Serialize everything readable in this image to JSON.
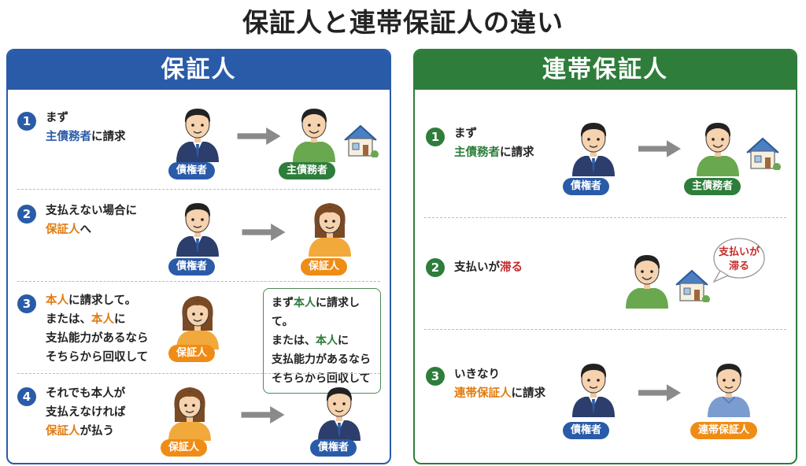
{
  "title": "保証人と連帯保証人の違い",
  "left": {
    "header": "保証人",
    "steps": [
      {
        "num": "1",
        "line1": "まず",
        "line2a": "主債務者",
        "line2b": "に請求",
        "from_label": "債権者",
        "to_label": "主債務者"
      },
      {
        "num": "2",
        "line1": "支払えない場合に",
        "line2a": "保証人",
        "line2b": "へ",
        "from_label": "債権者",
        "to_label": "保証人"
      },
      {
        "num": "3",
        "line1a": "本人",
        "line1b": "に請求して。",
        "line2a": "または、",
        "line2b": "本人",
        "line2c": "に",
        "line3": "支払能力があるなら",
        "line4": "そちらから回収して",
        "person_label": "保証人",
        "box": {
          "line1a": "まず",
          "line1b": "本人",
          "line1c": "に請求して。",
          "line2a": "または、",
          "line2b": "本人",
          "line2c": "に",
          "line3": "支払能力があるなら",
          "line4": "そちらから回収して"
        }
      },
      {
        "num": "4",
        "line1": "それでも本人が",
        "line2": "支払えなければ",
        "line3a": "保証人",
        "line3b": "が払う",
        "from_label": "保証人",
        "to_label": "債権者"
      }
    ]
  },
  "right": {
    "header": "連帯保証人",
    "steps": [
      {
        "num": "1",
        "line1": "まず",
        "line2a": "主債務者",
        "line2b": "に請求",
        "from_label": "債権者",
        "to_label": "主債務者"
      },
      {
        "num": "2",
        "line1a": "支払いが",
        "line1b": "滞る",
        "bubble_line1": "支払いが",
        "bubble_line2": "滞る"
      },
      {
        "num": "3",
        "line1": "いきなり",
        "line2a": "連帯保証人",
        "line2b": "に請求",
        "from_label": "債権者",
        "to_label": "連帯保証人"
      }
    ]
  },
  "colors": {
    "blue": "#2a5ba8",
    "green": "#2e7d3b",
    "orange": "#ef8c16",
    "red": "#c62828"
  }
}
